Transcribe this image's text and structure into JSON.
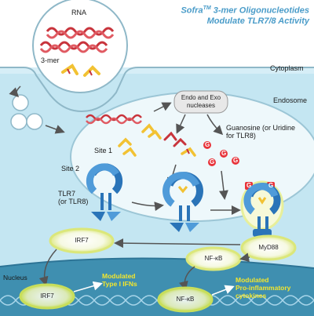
{
  "title": {
    "line1_prefix": "Sofra",
    "line1_sup": "TM",
    "line1_suffix": " 3-mer Oligonucleotides",
    "line2": "Modulate TLR7/8 Activity"
  },
  "labels": {
    "rna": "RNA",
    "three_mer": "3-mer",
    "cytoplasm": "Cytoplasm",
    "endosome": "Endosome",
    "nucleases_line1": "Endo and Exo",
    "nucleases_line2": "nucleases",
    "guanosine_line1": "Guanosine (or Uridine",
    "guanosine_line2": "for TLR8)",
    "site1": "Site 1",
    "site2": "Site 2",
    "tlr7_line1": "TLR7",
    "tlr7_line2": "(or TLR8)",
    "g_letter": "G",
    "irf7_top": "IRF7",
    "myd88": "MyD88",
    "nfkb_top": "NF-κB",
    "nucleus": "Nucleus",
    "irf7_nuc": "IRF7",
    "nfkb_nuc": "NF-κB",
    "ifn_line1": "Modulated",
    "ifn_line2": "Type I IFNs",
    "cyto_line1": "Modulated",
    "cyto_line2": "Pro-inflammatory",
    "cyto_line3": "cytokines"
  },
  "colors": {
    "cytoplasm": "#c4e6f2",
    "endosome": "#eef8fb",
    "nucleus": "#3f8fb0",
    "rna_strand": "#c8343c",
    "three_mer": "#f2c233",
    "receptor": "#2a74b8",
    "node_glow": "#e7ef9a",
    "title": "#4a9cc9",
    "highlight_text": "#f3e62d"
  }
}
